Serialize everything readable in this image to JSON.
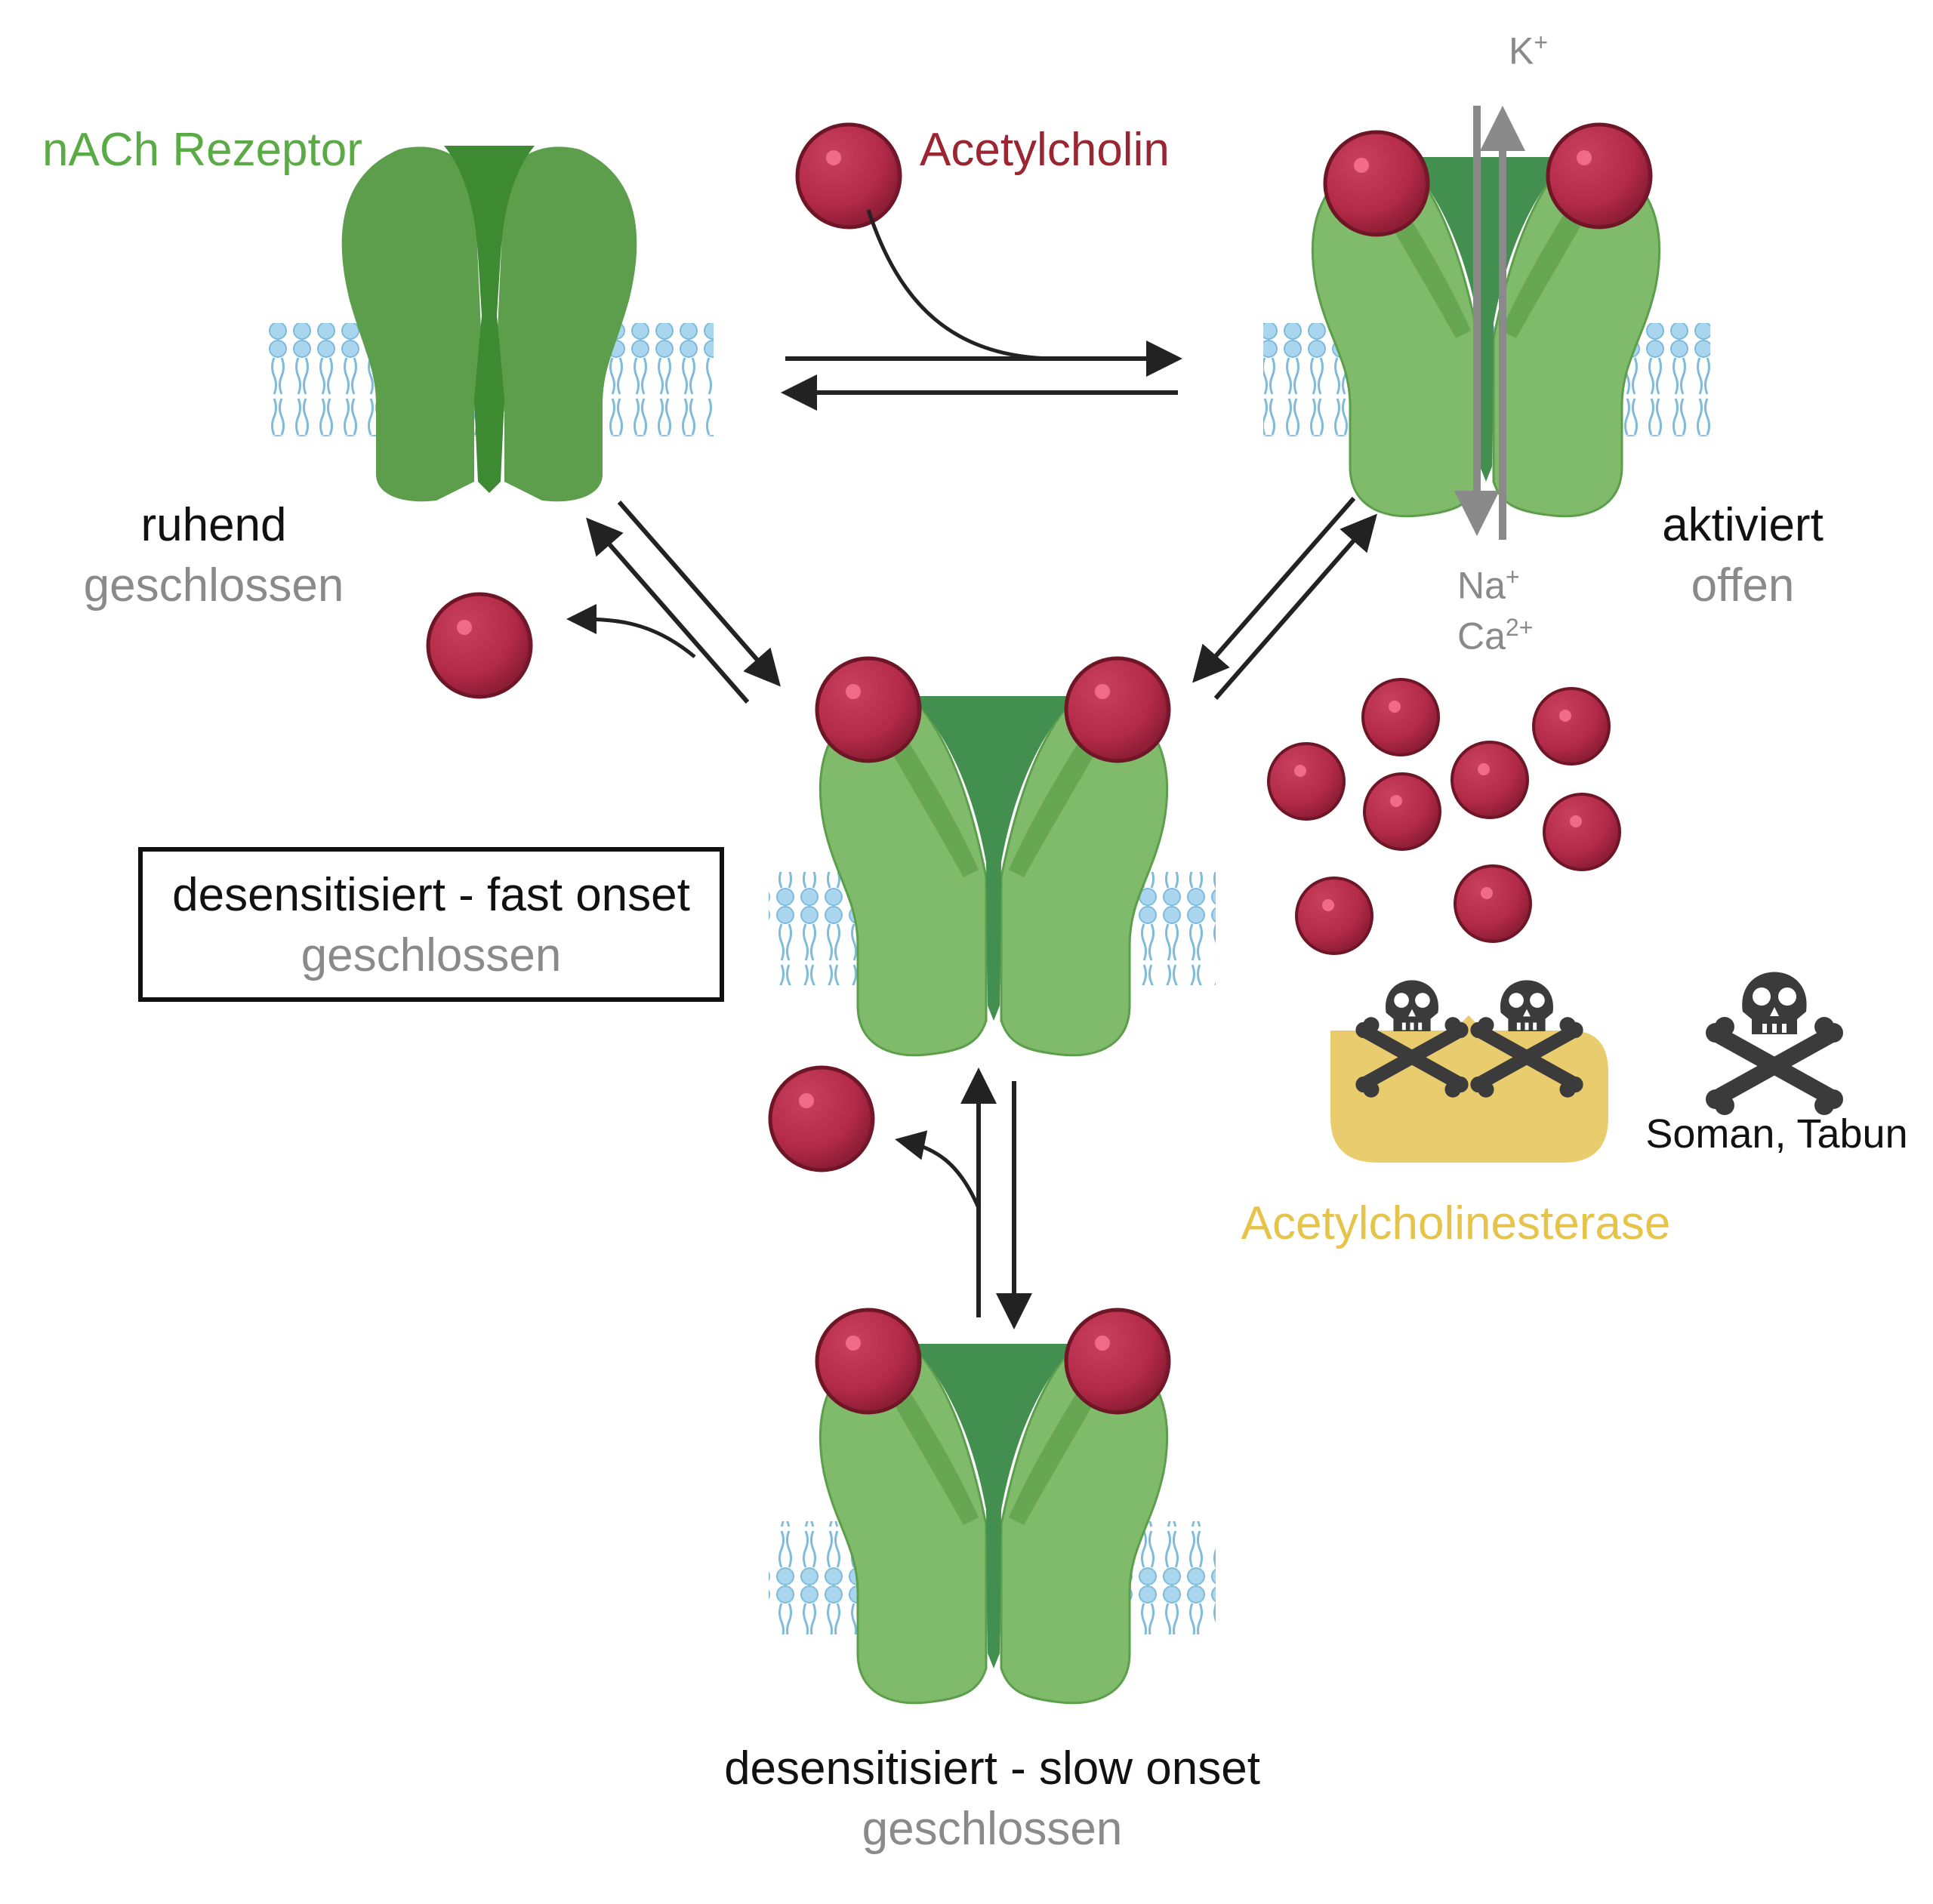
{
  "labels": {
    "receptor": "nACh Rezeptor",
    "ligand": "Acetylcholin",
    "enzyme": "Acetylcholinesterase",
    "toxins": "Soman, Tabun"
  },
  "ions": {
    "potassium": "K",
    "potassium_charge": "+",
    "sodium": "Na",
    "sodium_charge": "+",
    "calcium": "Ca",
    "calcium_charge": "2+"
  },
  "states": {
    "resting": {
      "name": "ruhend",
      "channel": "geschlossen"
    },
    "activated": {
      "name": "aktiviert",
      "channel": "offen"
    },
    "fast": {
      "name": "desensitisiert - fast onset",
      "channel": "geschlossen"
    },
    "slow": {
      "name": "desensitisiert - slow onset",
      "channel": "geschlossen"
    }
  },
  "colors": {
    "receptor_label": "#5aab46",
    "ligand_label": "#9b2530",
    "enzyme_label": "#e6c44a",
    "enzyme_fill": "#e8cc6e",
    "receptor_dark": "#5c9e4b",
    "receptor_light": "#7fbb6a",
    "receptor_core": "#438f4f",
    "ligand": "#b22a48",
    "membrane": "#a9d6ee",
    "arrow": "#222222",
    "ion_arrow": "#8a8a8a"
  },
  "icons": [
    "acetylcholine-molecule-icon",
    "skull-crossbones-icon",
    "lipid-bilayer-icon"
  ]
}
